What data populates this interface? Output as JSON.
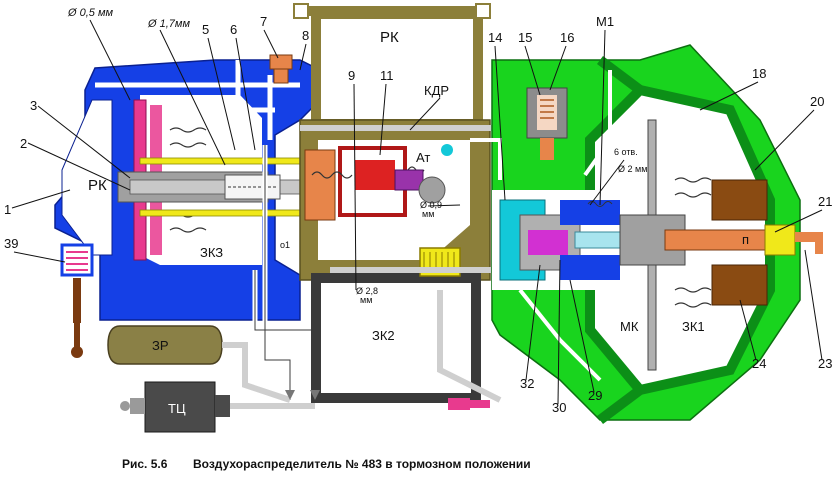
{
  "caption": {
    "fig": "Рис. 5.6",
    "title": "Воздухораспределитель № 483 в тормозном положении"
  },
  "chambers": {
    "rk_top": "РК",
    "rk_left": "РК",
    "zk3": "ЗКЗ",
    "zk2": "ЗК2",
    "zk1": "ЗК1",
    "mk": "МК",
    "kdr": "КДР",
    "at": "Ат",
    "m1": "М1",
    "zr": "ЗР",
    "tc": "ТЦ",
    "o1": "о1",
    "p": "п"
  },
  "dimensions": {
    "d05": "Ø 0,5 мм",
    "d17": "Ø 1,7мм",
    "d09": "Ø 0,9",
    "d09_unit": "мм",
    "d28": "Ø 2,8",
    "d28_unit": "мм",
    "holes_count": "6 отв.",
    "holes_diam": "Ø 2 мм"
  },
  "numbers": {
    "n1": "1",
    "n2": "2",
    "n3": "3",
    "n5": "5",
    "n6": "6",
    "n7": "7",
    "n8": "8",
    "n9": "9",
    "n11": "11",
    "n14": "14",
    "n15": "15",
    "n16": "16",
    "n18": "18",
    "n20": "20",
    "n21": "21",
    "n23": "23",
    "n24": "24",
    "n29": "29",
    "n30": "30",
    "n32": "32",
    "n39": "39"
  },
  "colors": {
    "main_blue": "#1540e6",
    "green": "#19d41e",
    "dark_green": "#0c8f17",
    "olive": "#8c7f3a",
    "reservoir": "#8a8046",
    "magenta": "#e83a8e",
    "orange": "#e7854a",
    "yellow": "#f0e81a",
    "cyan": "#13c8d8",
    "grey": "#9a9a9a",
    "brown": "#8a4b12"
  }
}
